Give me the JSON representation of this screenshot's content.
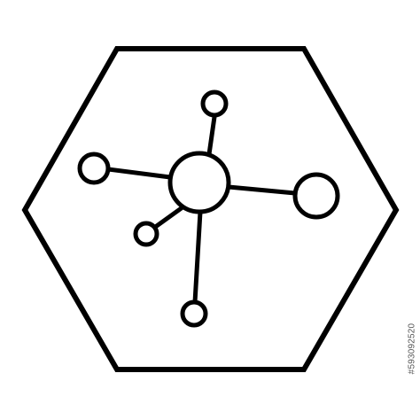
{
  "image_id_text": "#593092520",
  "colors": {
    "stroke": "#000000",
    "fill": "#ffffff",
    "background": "#ffffff",
    "id_text": "#555555"
  },
  "icon": {
    "name": "network-hexagon-icon",
    "parts": [
      "hexagon-frame",
      "central-node",
      "satellite-nodes",
      "connector-lines"
    ]
  }
}
